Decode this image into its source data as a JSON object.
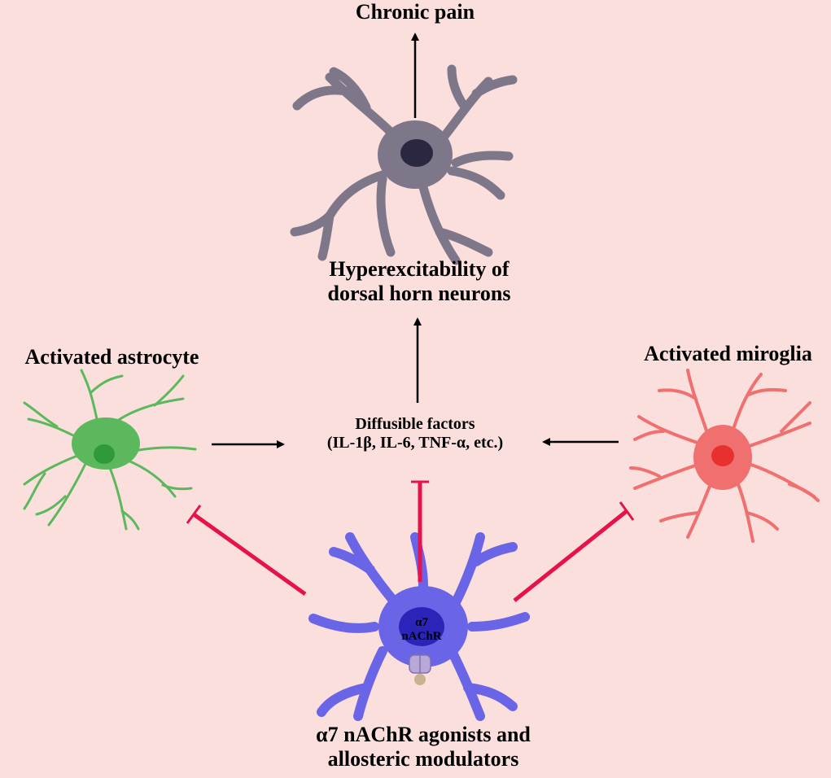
{
  "labels": {
    "chronic_pain": "Chronic pain",
    "hyperexcitability_line1": "Hyperexcitability of",
    "hyperexcitability_line2": "dorsal horn neurons",
    "activated_astrocyte": "Activated astrocyte",
    "activated_microglia": "Activated miroglia",
    "diffusible_factors_line1": "Diffusible factors",
    "diffusible_factors_line2": "(IL-1β, IL-6, TNF-α, etc.)",
    "receptor_line1": "α7",
    "receptor_line2": "nAChR",
    "agonists_line1": "α7 nAChR agonists and",
    "agonists_line2": "allosteric modulators"
  },
  "colors": {
    "background": "#fadfdd",
    "neuron": "#7e7689",
    "neuron_nucleus": "#2c2740",
    "astrocyte": "#5cb85c",
    "astrocyte_nucleus": "#2f9a3a",
    "microglia": "#f07070",
    "microglia_nucleus": "#e8302f",
    "modulator_cell": "#6a64e6",
    "modulator_nucleus": "#2a25b8",
    "activation_arrow": "#000000",
    "inhibition_line": "#e5134a"
  }
}
